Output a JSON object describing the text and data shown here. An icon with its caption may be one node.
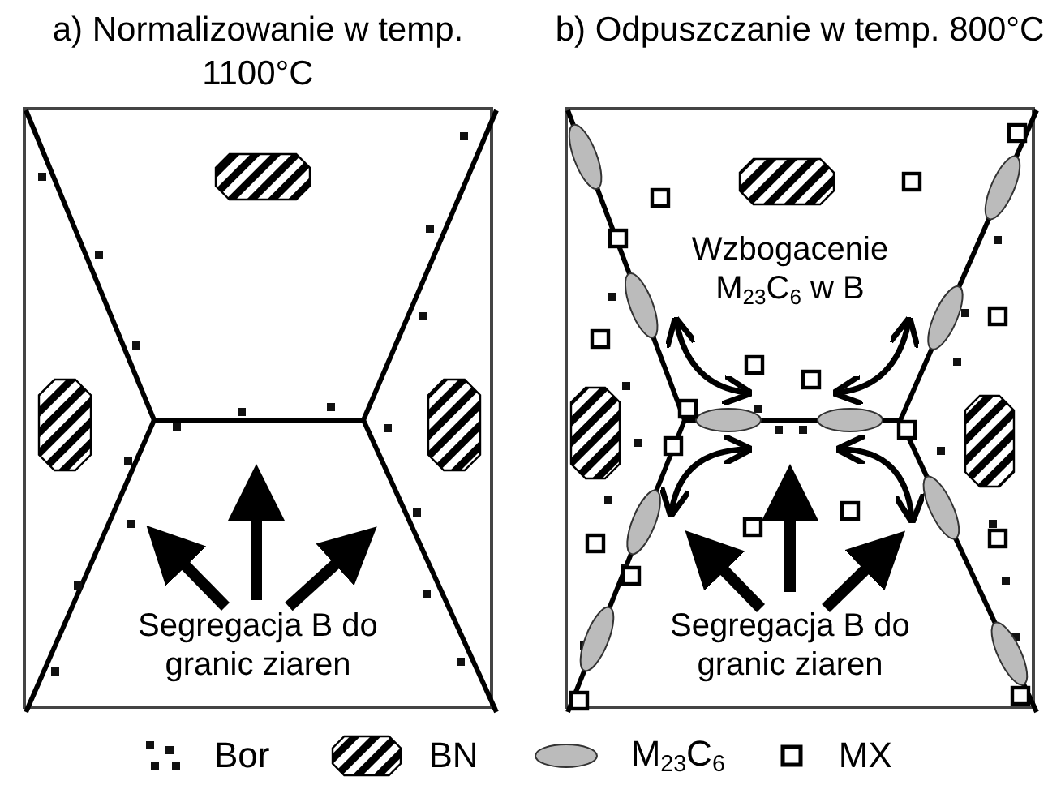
{
  "diagram": {
    "nodes": [
      {
        "text": [
          "a) Normalizowanie w temp. 1100°C",
          "Segregacja B do granic ziaren"
        ]
      },
      {
        "text": [
          "b) Odpuszczanie w temp. 800°C",
          "Wzbogacenie M$_{23}$C$_{6}$ w B",
          "Segregacja B do granic ziaren"
        ]
      }
    ],
    "legend": [
      {
        "text": "Bor"
      },
      {
        "text": "BN"
      },
      {
        "text": "M$_{23}$C$_{6}$"
      },
      {
        "text": "MX"
      }
    ]
  }
}
